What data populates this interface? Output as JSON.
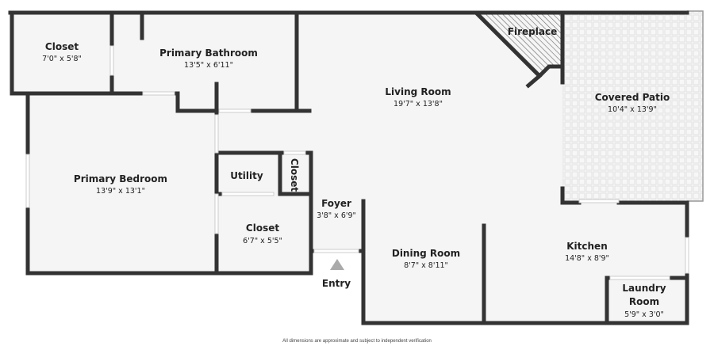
{
  "rooms": {
    "closet1": {
      "name": "Closet",
      "dims": "7'0\" x 5'8\""
    },
    "primary_bathroom": {
      "name": "Primary Bathroom",
      "dims": "13'5\" x 6'11\""
    },
    "living_room": {
      "name": "Living Room",
      "dims": "19'7\" x 13'8\""
    },
    "fireplace": {
      "name": "Fireplace"
    },
    "covered_patio": {
      "name": "Covered Patio",
      "dims": "10'4\" x 13'9\""
    },
    "primary_bedroom": {
      "name": "Primary Bedroom",
      "dims": "13'9\" x 13'1\""
    },
    "utility": {
      "name": "Utility"
    },
    "closet_small": {
      "name": "Closet"
    },
    "foyer": {
      "name": "Foyer",
      "dims": "3'8\" x 6'9\""
    },
    "closet2": {
      "name": "Closet",
      "dims": "6'7\" x 5'5\""
    },
    "entry": {
      "name": "Entry"
    },
    "dining_room": {
      "name": "Dining Room",
      "dims": "8'7\" x 8'11\""
    },
    "kitchen": {
      "name": "Kitchen",
      "dims": "14'8\" x 8'9\""
    },
    "laundry_room": {
      "name_line1": "Laundry",
      "name_line2": "Room",
      "dims": "5'9\" x 3'0\""
    }
  },
  "footer": {
    "disclaimer": "All dimensions are approximate and subject to independent verification"
  },
  "colors": {
    "wall": "#333333",
    "floor": "#f5f5f5",
    "entry_marker": "#aaaaaa"
  }
}
